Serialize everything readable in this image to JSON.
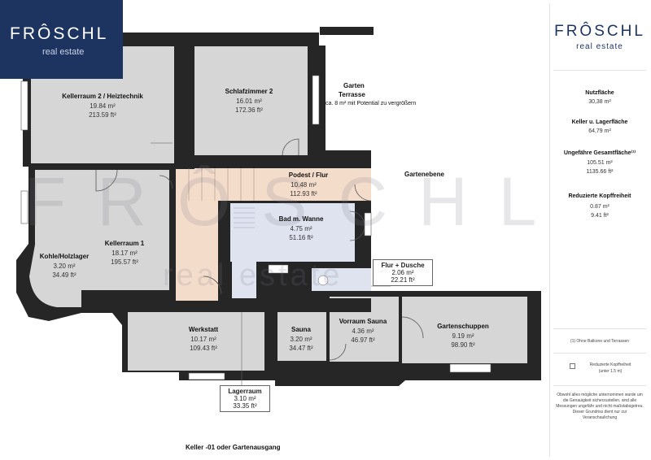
{
  "brand": {
    "name": "FRÔSCHL",
    "tagline": "real estate"
  },
  "rooms": {
    "kellerraum2": {
      "name": "Kellerraum 2 / Heiztechnik",
      "m2": "19.84 m²",
      "ft2": "213.59 ft²"
    },
    "schlafzimmer2": {
      "name": "Schlafzimmer 2",
      "m2": "16.01 m²",
      "ft2": "172.36 ft²"
    },
    "podest": {
      "name": "Podest / Flur",
      "m2": "10.48 m²",
      "ft2": "112.93 ft²"
    },
    "bad": {
      "name": "Bad m. Wanne",
      "m2": "4.75 m²",
      "ft2": "51.16 ft²"
    },
    "kellerraum1": {
      "name": "Kellerraum 1",
      "m2": "18.17 m²",
      "ft2": "195.57 ft²"
    },
    "kohle": {
      "name": "Kohle/Holzlager",
      "m2": "3.20 m²",
      "ft2": "34.49 ft²"
    },
    "flurdusche": {
      "name": "Flur + Dusche",
      "m2": "2.06 m²",
      "ft2": "22.21 ft²"
    },
    "werkstatt": {
      "name": "Werkstatt",
      "m2": "10.17 m²",
      "ft2": "109.43 ft²"
    },
    "sauna": {
      "name": "Sauna",
      "m2": "3.20 m²",
      "ft2": "34.47 ft²"
    },
    "vorraum": {
      "name": "Vorraum Sauna",
      "m2": "4.36 m²",
      "ft2": "46.97 ft²"
    },
    "gartenschuppen": {
      "name": "Gartenschuppen",
      "m2": "9.19 m²",
      "ft2": "98.90 ft²"
    },
    "lagerraum": {
      "name": "Lagerraum",
      "m2": "3.10 m²",
      "ft2": "33.35 ft²"
    }
  },
  "labels": {
    "garten": "Garten",
    "terrasse": "Terrasse",
    "terrasse_note": "ca. 8 m² mit Potential zu vergrößern",
    "gartenebene": "Gartenebene",
    "floor_title": "Keller -01 oder Gartenausgang"
  },
  "sidebar": {
    "nutzflaeche_label": "Nutzfläche",
    "nutzflaeche_val": "30,38 m²",
    "keller_label": "Keller u. Lagerfläche",
    "keller_val": "64,79 m²",
    "gesamt_label": "Ungefähre Gesamtfläche⁽¹⁾",
    "gesamt_m2": "105.51 m²",
    "gesamt_ft2": "1135.66 ft²",
    "kopf_label": "Reduzierte Kopffreiheit",
    "kopf_m2": "0.87 m²",
    "kopf_ft2": "9.41 ft²",
    "footnote": "(1) Ohne Balkone und Terrassen",
    "legend_line1": "Reduzierte Kopffreiheit",
    "legend_line2": "(unter 1.5 m)",
    "disclaimer": "Obwohl alles mögliche unternommen wurde um die Genauigkeit sicherzustellen, sind alle Messungen ungefähr und nicht maßstabsgetreu. Dieser Grundriss dient nur zur Veranschaulichung"
  },
  "colors": {
    "navy": "#1d3461",
    "wall": "#262626",
    "room": "#d6d6d6",
    "bath": "#dfe3f0",
    "stair": "#f4dccb"
  }
}
